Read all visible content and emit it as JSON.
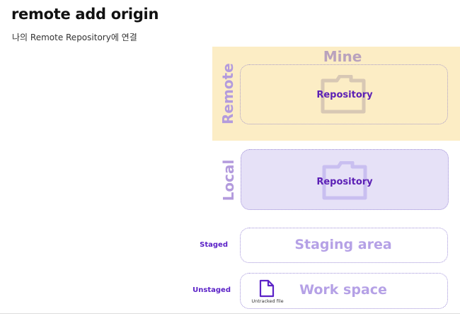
{
  "header": {
    "title": "remote add origin",
    "subtitle": "나의 Remote Repository에 연결"
  },
  "remote": {
    "owner_label": "Mine",
    "section_label": "Remote",
    "repository_label": "Repository"
  },
  "local": {
    "section_label": "Local",
    "repository_label": "Repository"
  },
  "staging": {
    "side_label": "Staged",
    "area_label": "Staging area"
  },
  "workspace": {
    "side_label": "Unstaged",
    "area_label": "Work space",
    "file_caption": "Untracked file"
  },
  "colors": {
    "remote_background": "#fcedc5",
    "local_background": "#e6e1f7",
    "accent_purple": "#5b1fb5",
    "label_lavender": "#b39bdd",
    "mine_label": "#b9a2bd"
  },
  "icons": {
    "remote_repository": "folder-icon",
    "local_repository": "folder-icon",
    "untracked_file": "file-icon"
  }
}
